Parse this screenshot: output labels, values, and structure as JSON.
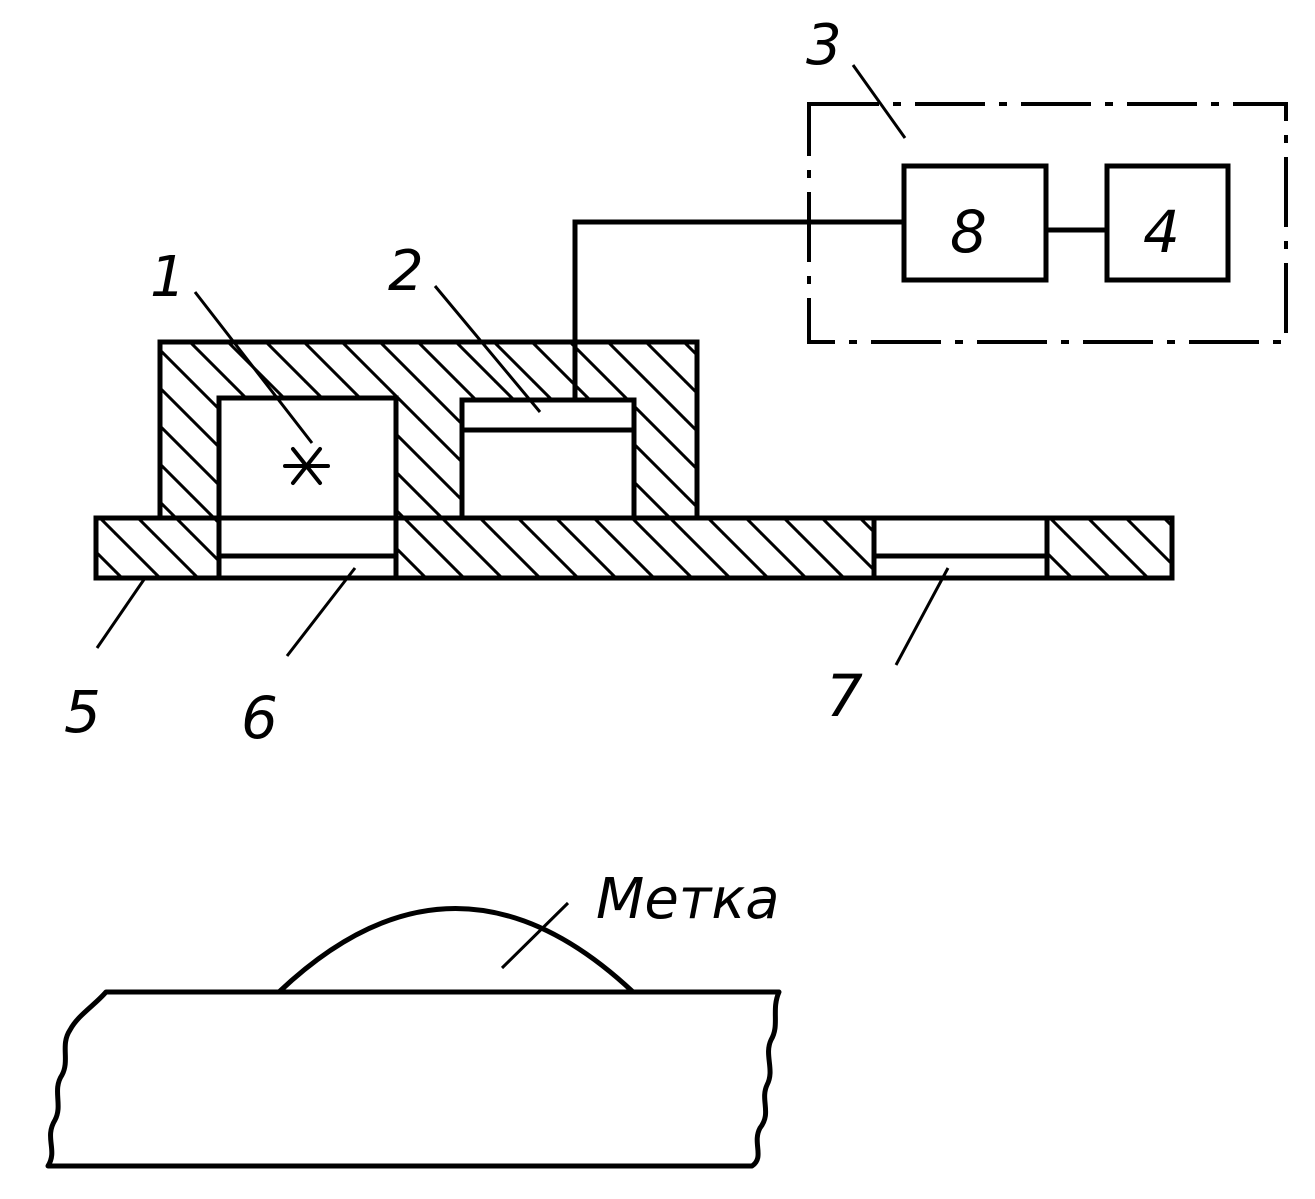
{
  "labels": {
    "source": "1",
    "detector": "2",
    "electronics_unit": "3",
    "block_4": "4",
    "base_plate": "5",
    "window_6": "6",
    "window_7": "7",
    "block_8": "8",
    "mark": "Метка"
  },
  "colors": {
    "ink": "#000000",
    "background": "#ffffff"
  },
  "icons": {
    "radiation_source": "asterisk-icon"
  }
}
